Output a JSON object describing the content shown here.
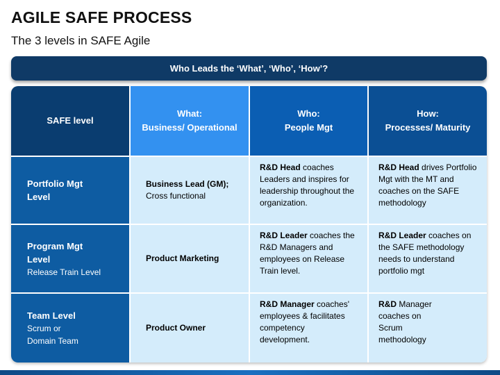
{
  "header": {
    "title": "AGILE SAFE PROCESS",
    "subtitle": "The 3 levels in SAFE Agile"
  },
  "banner": {
    "text": "Who Leads the ‘What’, ‘Who’, ‘How’?"
  },
  "columns": [
    {
      "line1": "SAFE level",
      "line2": ""
    },
    {
      "line1": "What:",
      "line2": "Business/ Operational"
    },
    {
      "line1": "Who:",
      "line2": "People Mgt"
    },
    {
      "line1": "How:",
      "line2": "Processes/ Maturity"
    }
  ],
  "rows": [
    {
      "level": {
        "title": "Portfolio Mgt Level",
        "sub": ""
      },
      "what": {
        "bold": "Business Lead (GM);",
        "text": "Cross functional"
      },
      "who": {
        "bold": "R&D Head",
        "text": " coaches Leaders and inspires for leadership throughout the organization."
      },
      "how": {
        "bold": "R&D Head",
        "text": " drives Portfolio Mgt with the MT and coaches on the SAFE methodology"
      }
    },
    {
      "level": {
        "title": "Program Mgt Level",
        "sub": "Release Train Level"
      },
      "what": {
        "bold": "Product Marketing",
        "text": ""
      },
      "who": {
        "bold": "R&D Leader",
        "text": " coaches the R&D Managers and employees on Release Train level."
      },
      "how": {
        "bold": "R&D Leader",
        "text": " coaches on the SAFE methodology needs to understand portfolio mgt"
      }
    },
    {
      "level": {
        "title": "Team Level",
        "sub": "Scrum or Domain Team"
      },
      "what": {
        "bold": "Product Owner",
        "text": ""
      },
      "who": {
        "bold": "R&D Manager",
        "text": " coaches' employees & facilitates competency development."
      },
      "how": {
        "bold": "R&D",
        "text": " Manager coaches on Scrum methodology"
      }
    }
  ],
  "colors": {
    "banner": "#0f3a66",
    "header_col0": "#0a3d70",
    "header_col1": "#3391f0",
    "header_col2": "#0b5eb3",
    "header_col3": "#0b4f94",
    "row_header": "#0e5ca2",
    "body_cell": "#d4ecfb"
  }
}
